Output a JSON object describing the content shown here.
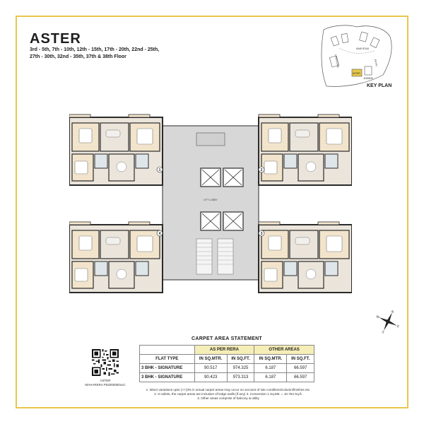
{
  "header": {
    "title": "ASTER",
    "floors_line1": "3rd - 5th, 7th - 10th, 12th - 15th, 17th - 20th, 22nd - 25th,",
    "floors_line2": "27th - 30th, 32nd - 35th, 37th & 38th Floor"
  },
  "key_plan": {
    "label": "KEY PLAN",
    "tags": [
      "LANDSCAPE",
      "MAIN ROAD",
      "ENTRY",
      "ASTER",
      "JASMINE"
    ]
  },
  "plan": {
    "unit_numbers": [
      "1",
      "2",
      "3",
      "4"
    ],
    "lift_lobby_label": "LIFT LOBBY"
  },
  "compass": {
    "n": "N",
    "s": "S",
    "e": "E",
    "w": "W"
  },
  "carpet_area": {
    "title": "CARPET AREA STATEMENT",
    "group_headers": [
      "AS PER RERA",
      "OTHER AREAS"
    ],
    "col_headers": [
      "FLAT TYPE",
      "IN SQ.MTR.",
      "IN SQ.FT.",
      "IN SQ.MTR.",
      "IN SQ.FT."
    ],
    "rows": [
      [
        "3 BHK - SIGNATURE",
        "90.517",
        "974.325",
        "6.187",
        "66.597"
      ],
      [
        "3 BHK - SIGNATURE",
        "90.423",
        "973.313",
        "6.187",
        "66.597"
      ]
    ]
  },
  "notes": [
    "1. Minor variations upto (+/-)3% in actual carpet areas may occur on account of site conditions/column/finishes etc.",
    "2. In toilets, the carpet areas are inclusive of ledge walls (if any) 3. Conversion 1 Sq.Mtr. = 10.764 Sq.ft.",
    "4. Other areas comprise of balcony & utility"
  ],
  "qr": {
    "caption_line1": "ASTER",
    "caption_line2": "MAHARERA P52000050xxC"
  },
  "colors": {
    "frame": "#e8c84a",
    "wall": "#2b2b2b",
    "core": "#d7d7d7",
    "floor_warm": "#f3e6cf",
    "floor_tile": "#ece6dd",
    "table_highlight": "#f6eeb7"
  }
}
